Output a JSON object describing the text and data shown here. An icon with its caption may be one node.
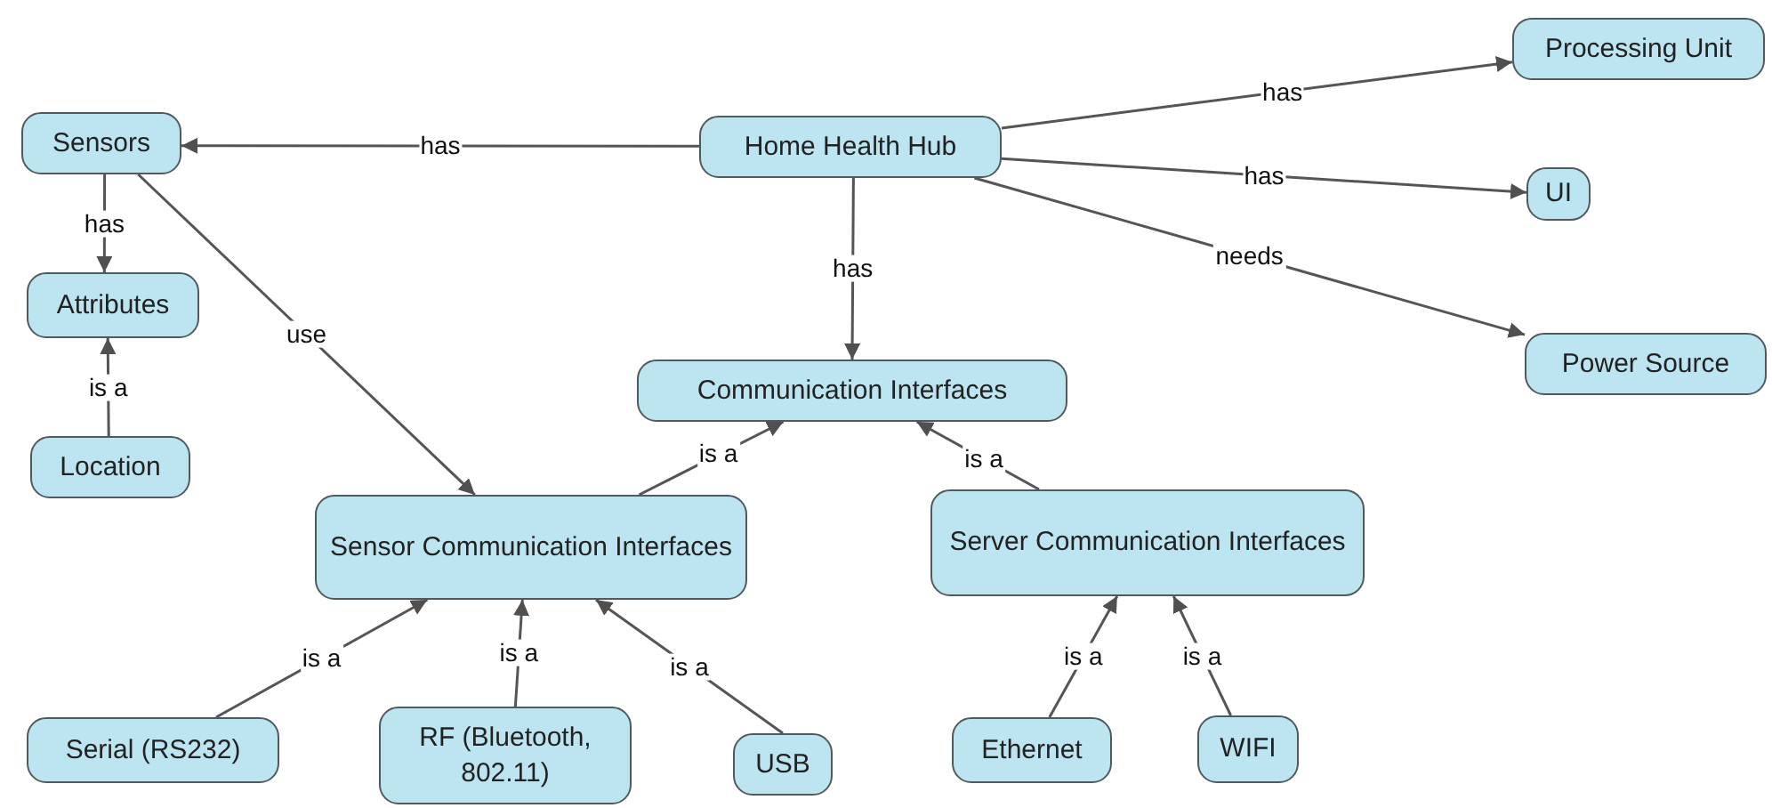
{
  "diagram": {
    "nodes": [
      {
        "text": [
          "Home Health Hub"
        ]
      },
      {
        "text": [
          "Processing Unit"
        ]
      },
      {
        "text": [
          "UI"
        ]
      },
      {
        "text": [
          "Power Source"
        ]
      },
      {
        "text": [
          "Sensors"
        ]
      },
      {
        "text": [
          "Attributes"
        ]
      },
      {
        "text": [
          "Location"
        ]
      },
      {
        "text": [
          "Communication Interfaces"
        ]
      },
      {
        "text": [
          "Sensor Communication Interfaces"
        ]
      },
      {
        "text": [
          "Server Communication Interfaces"
        ]
      },
      {
        "text": [
          "Serial (RS232)"
        ]
      },
      {
        "text": [
          "RF (Bluetooth, 802.11)"
        ]
      },
      {
        "text": [
          "USB"
        ]
      },
      {
        "text": [
          "Ethernet"
        ]
      },
      {
        "text": [
          "WIFI"
        ]
      }
    ],
    "edges": [
      {
        "from": 0,
        "to": 4,
        "arrow": "to",
        "label": "has"
      },
      {
        "from": 0,
        "to": 1,
        "arrow": "to",
        "label": "has"
      },
      {
        "from": 0,
        "to": 2,
        "arrow": "to",
        "label": "has"
      },
      {
        "from": 0,
        "to": 3,
        "arrow": "to",
        "label": "needs"
      },
      {
        "from": 0,
        "to": 7,
        "arrow": "to",
        "label": "has"
      },
      {
        "from": 4,
        "to": 5,
        "arrow": "to",
        "label": "has"
      },
      {
        "from": 6,
        "to": 5,
        "arrow": "to",
        "label": "is a"
      },
      {
        "from": 4,
        "to": 8,
        "arrow": "to",
        "label": "use"
      },
      {
        "from": 8,
        "to": 7,
        "arrow": "to",
        "label": "is a"
      },
      {
        "from": 9,
        "to": 7,
        "arrow": "to",
        "label": "is a"
      },
      {
        "from": 10,
        "to": 8,
        "arrow": "to",
        "label": "is a"
      },
      {
        "from": 11,
        "to": 8,
        "arrow": "to",
        "label": "is a"
      },
      {
        "from": 12,
        "to": 8,
        "arrow": "to",
        "label": "is a"
      },
      {
        "from": 13,
        "to": 9,
        "arrow": "to",
        "label": "is a"
      },
      {
        "from": 14,
        "to": 9,
        "arrow": "to",
        "label": "is a"
      }
    ]
  }
}
